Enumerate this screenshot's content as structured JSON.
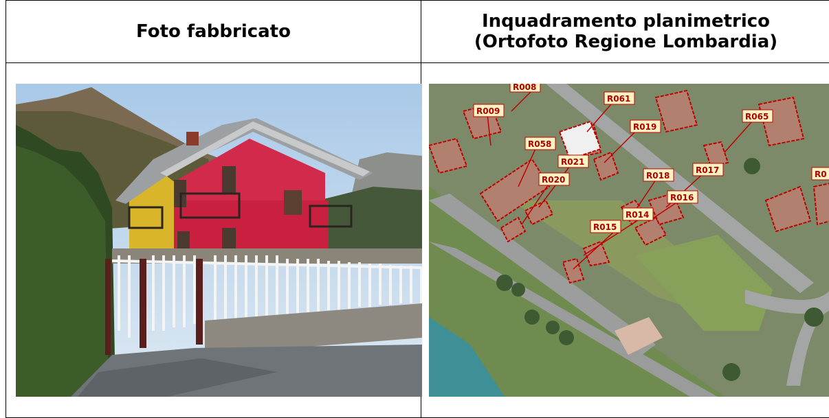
{
  "table": {
    "header_left": "Foto fabbricato",
    "header_right_line1": "Inquadramento planimetrico",
    "header_right_line2": "(Ortofoto Regione Lombardia)"
  },
  "map": {
    "labels": [
      "R009",
      "R008",
      "R061",
      "R019",
      "R065",
      "R058",
      "R021",
      "R020",
      "R018",
      "R017",
      "R016",
      "R014",
      "R015",
      "R0"
    ],
    "colors": {
      "building_outline": "#c00000",
      "label_bg": "#fff3c4",
      "label_text": "#b00000"
    }
  }
}
